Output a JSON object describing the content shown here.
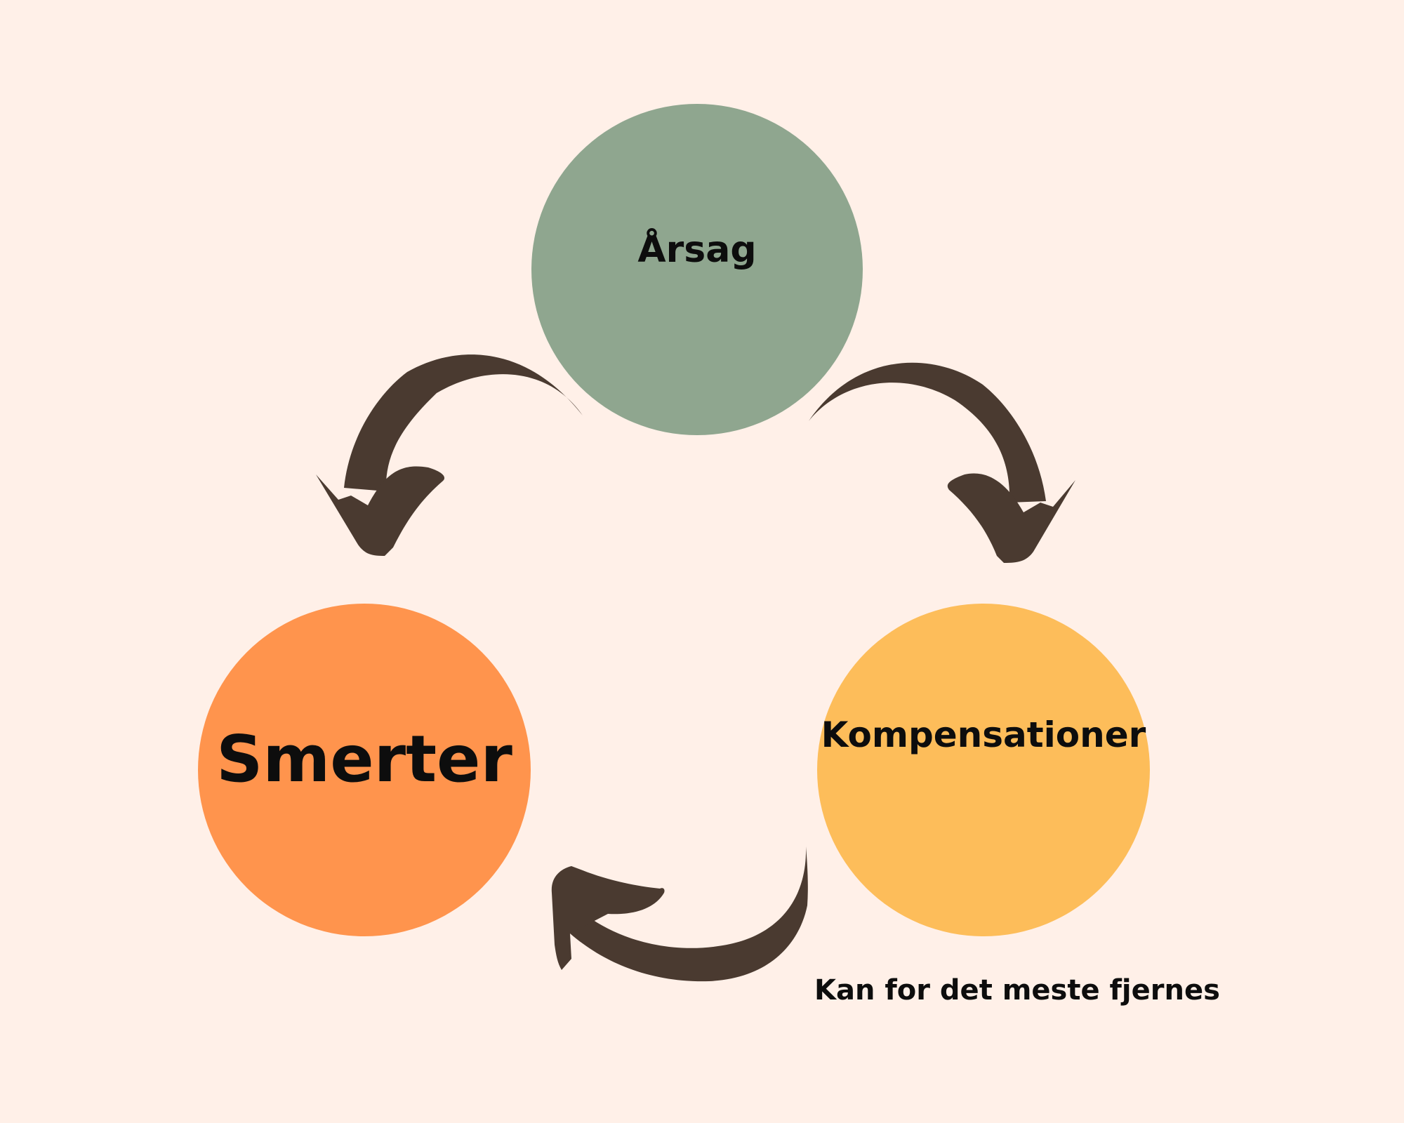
{
  "colors": {
    "background": "#fff0e8",
    "cause": "#8fa68f",
    "pain": "#ff944d",
    "compensation": "#fdbd5a",
    "arrow": "#4a3a30"
  },
  "nodes": {
    "cause": {
      "label": "Årsag"
    },
    "pain": {
      "label": "Smerter"
    },
    "compensation": {
      "label": "Kompensationer"
    }
  },
  "note": "Kan for det meste fjernes",
  "arrows": [
    {
      "from": "cause",
      "to": "pain"
    },
    {
      "from": "cause",
      "to": "compensation"
    },
    {
      "from": "compensation",
      "to": "pain"
    }
  ]
}
